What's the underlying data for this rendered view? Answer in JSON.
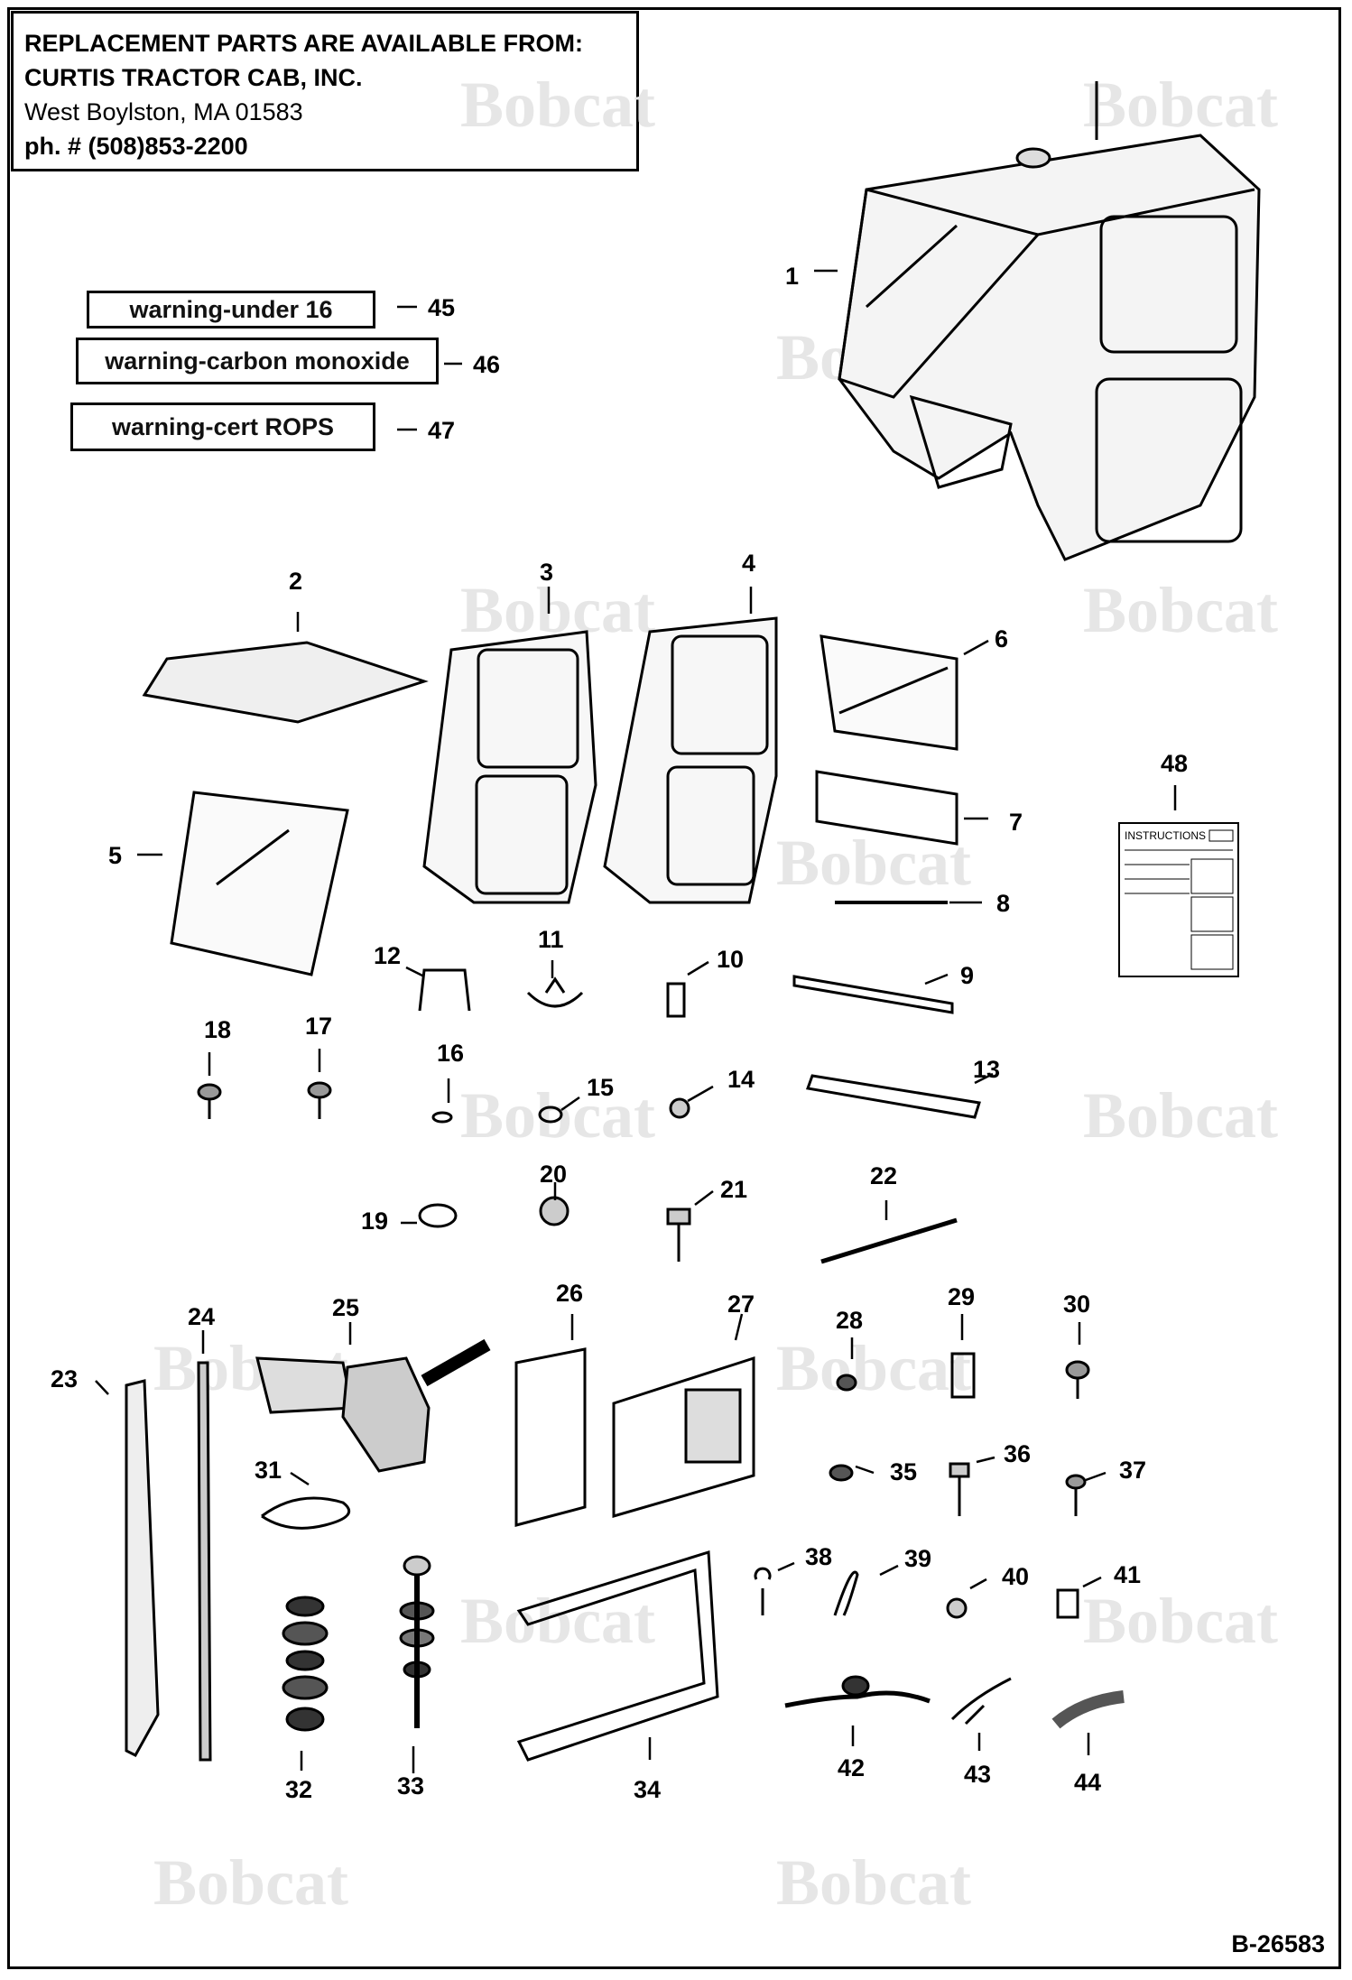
{
  "header": {
    "line1": "REPLACEMENT PARTS ARE AVAILABLE FROM:",
    "line2": "CURTIS TRACTOR CAB, INC.",
    "line3": "West Boylston, MA 01583",
    "line4": "ph. # (508)853-2200"
  },
  "warnings": [
    {
      "label": "warning-under 16",
      "num": "45"
    },
    {
      "label": "warning-carbon monoxide",
      "num": "46"
    },
    {
      "label": "warning-cert ROPS",
      "num": "47"
    }
  ],
  "watermark": "Bobcat",
  "instructions_title": "INSTRUCTIONS",
  "drawing_id": "B-26583",
  "parts": [
    "1",
    "2",
    "3",
    "4",
    "5",
    "6",
    "7",
    "8",
    "9",
    "10",
    "11",
    "12",
    "13",
    "14",
    "15",
    "16",
    "17",
    "18",
    "19",
    "20",
    "21",
    "22",
    "23",
    "24",
    "25",
    "26",
    "27",
    "28",
    "29",
    "30",
    "31",
    "32",
    "33",
    "34",
    "35",
    "36",
    "37",
    "38",
    "39",
    "40",
    "41",
    "42",
    "43",
    "44",
    "48"
  ]
}
